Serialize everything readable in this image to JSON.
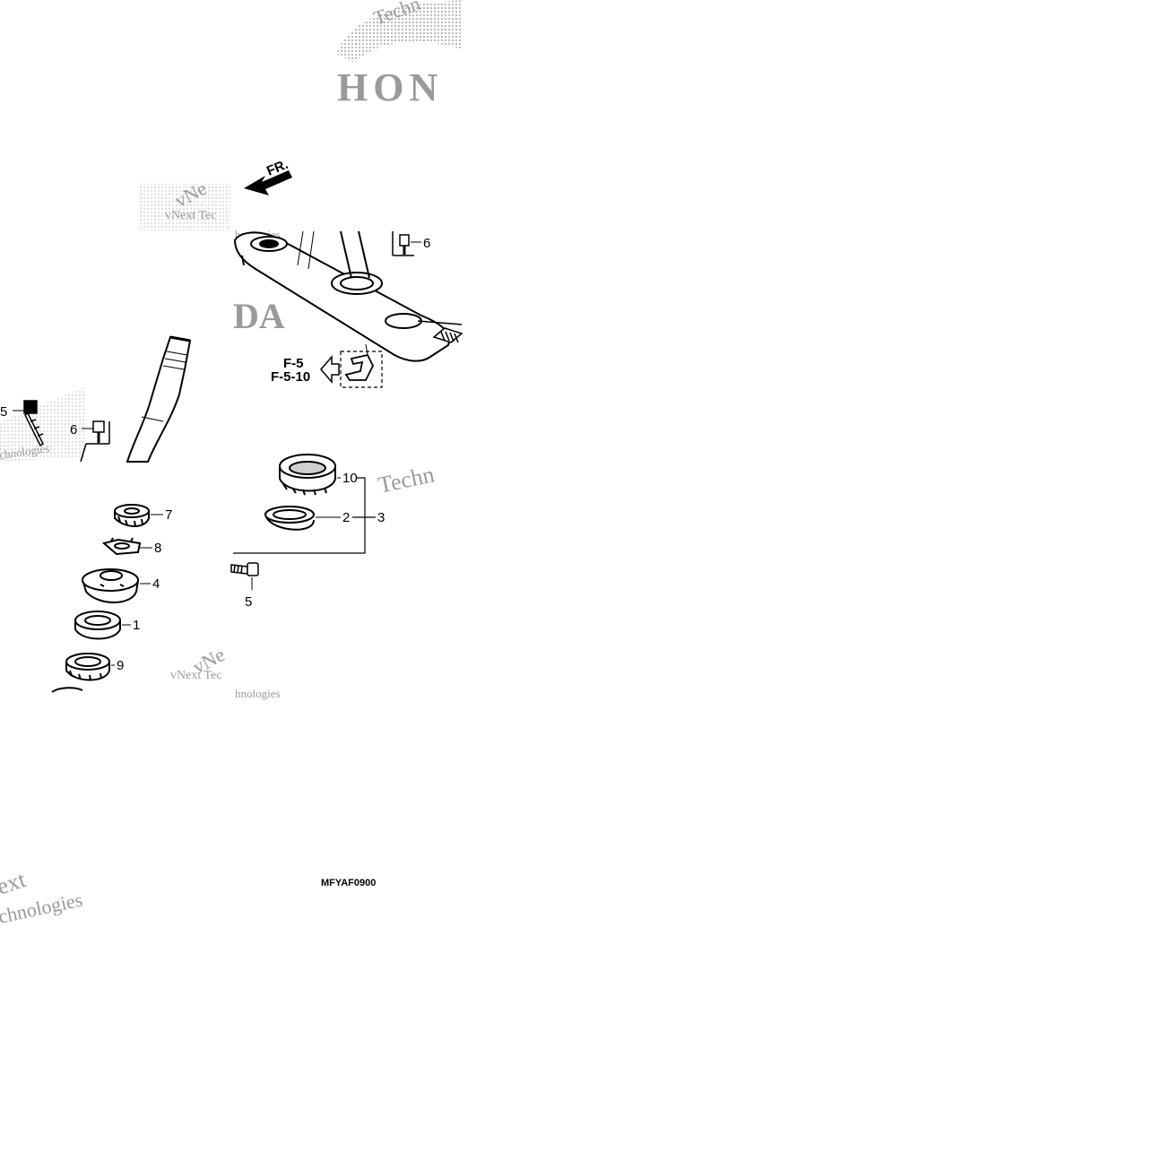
{
  "diagram": {
    "direction_label": "FR.",
    "reference_labels": [
      "F-5",
      "F-5-10"
    ],
    "drawing_code": "MFYAF0900",
    "callouts": {
      "c1": "1",
      "c2": "2",
      "c3": "3",
      "c4": "4",
      "c5a": "5",
      "c5b": "5",
      "c6a": "6",
      "c6b": "6",
      "c7": "7",
      "c8": "8",
      "c9": "9",
      "c10": "10"
    },
    "watermark": {
      "logo_text": "HON",
      "logo_text_2": "DA",
      "brand_1": "vNext Tec",
      "brand_2": "hnologies",
      "brand_3": "Techn",
      "brand_4": "ext",
      "brand_5": "chnologies",
      "brand_6": "vNe",
      "brand_7": "Technologies"
    },
    "colors": {
      "line": "#000000",
      "watermark": "#9a9a9a",
      "background": "#ffffff"
    }
  }
}
